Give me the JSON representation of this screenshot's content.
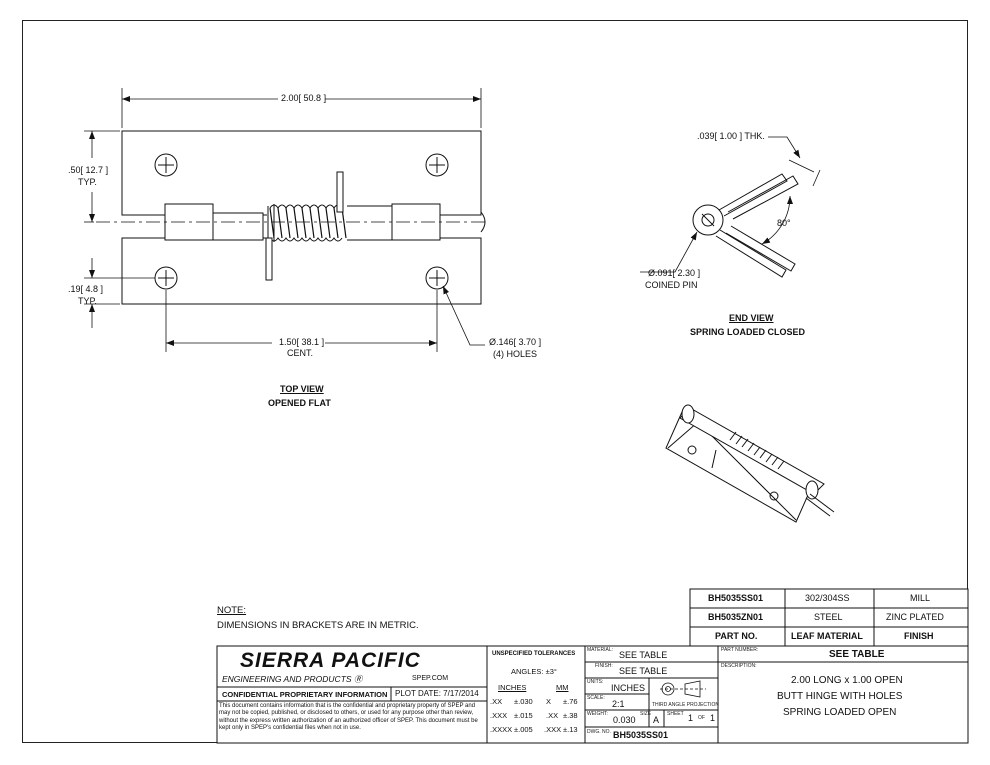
{
  "views": {
    "top": {
      "title": "TOP VIEW",
      "subtitle": "OPENED FLAT",
      "dim_overall": "2.00",
      "dim_overall_mm": "50.8",
      "dim_edge": ".50",
      "dim_edge_mm": "12.7",
      "dim_edge_note": "TYP.",
      "dim_hole_edge": ".19",
      "dim_hole_edge_mm": "4.8",
      "dim_hole_edge_note": "TYP.",
      "dim_centers": "1.50",
      "dim_centers_mm": "38.1",
      "dim_centers_note": "CENT.",
      "hole_dia": "Ø.146",
      "hole_dia_mm": "3.70",
      "hole_count": "(4) HOLES"
    },
    "end": {
      "title": "END VIEW",
      "subtitle": "SPRING LOADED CLOSED",
      "thk": ".039",
      "thk_mm": "1.00",
      "thk_note": "THK.",
      "angle": "80°",
      "pin": "Ø.091",
      "pin_mm": "2.30",
      "pin_note": "COINED PIN"
    }
  },
  "note": {
    "heading": "NOTE:",
    "text": "DIMENSIONS IN BRACKETS ARE IN METRIC."
  },
  "table": {
    "rows": [
      {
        "part": "BH5035SS01",
        "material": "302/304SS",
        "finish": "MILL"
      },
      {
        "part": "BH5035ZN01",
        "material": "STEEL",
        "finish": "ZINC PLATED"
      }
    ],
    "header": {
      "part": "PART NO.",
      "material": "LEAF MATERIAL",
      "finish": "FINISH"
    }
  },
  "title_block": {
    "company": "SIERRA PACIFIC",
    "company_sub": "ENGINEERING AND PRODUCTS",
    "website": "SPEP.COM",
    "confidential": "CONFIDENTIAL PROPRIETARY INFORMATION",
    "plot_date": "PLOT DATE: 7/17/2014",
    "disclaimer": "This document contains information that is the confidential and proprietary property of SPEP and may not be copied, published, or disclosed to others, or used for any purpose other than review, without the express written authorization of an authorized officer of SPEP. This document must be kept only in SPEP's confidential files when not in use.",
    "tolerances_title": "UNSPECIFIED TOLERANCES",
    "angles": "ANGLES: ±3°",
    "inches_head": "INCHES",
    "mm_head": "MM",
    "tol_in": [
      [
        ".XX",
        "±.030"
      ],
      [
        ".XXX",
        "±.015"
      ],
      [
        ".XXXX",
        "±.005"
      ]
    ],
    "tol_mm": [
      [
        "X",
        "±.76"
      ],
      [
        ".XX",
        "±.38"
      ],
      [
        ".XXX",
        "±.13"
      ]
    ],
    "material_label": "MATERIAL:",
    "material": "SEE TABLE",
    "finish_label": "FINISH:",
    "finish": "SEE TABLE",
    "units_label": "UNITS:",
    "units": "INCHES",
    "scale_label": "SCALE:",
    "scale": "2:1",
    "projection": "THIRD ANGLE PROJECTION",
    "weight_label": "WEIGHT:",
    "weight": "0.030",
    "size_label": "SIZE",
    "size": "A",
    "sheet_label": "SHEET",
    "sheet": "1",
    "of_label": "OF",
    "sheets": "1",
    "dwg_label": "DWG. NO.",
    "dwg": "BH5035SS01",
    "part_number_label": "PART NUMBER:",
    "part_number": "SEE TABLE",
    "description_label": "DESCRIPTION:",
    "description": [
      "2.00 LONG x 1.00 OPEN",
      "BUTT HINGE WITH HOLES",
      "SPRING LOADED OPEN"
    ]
  }
}
